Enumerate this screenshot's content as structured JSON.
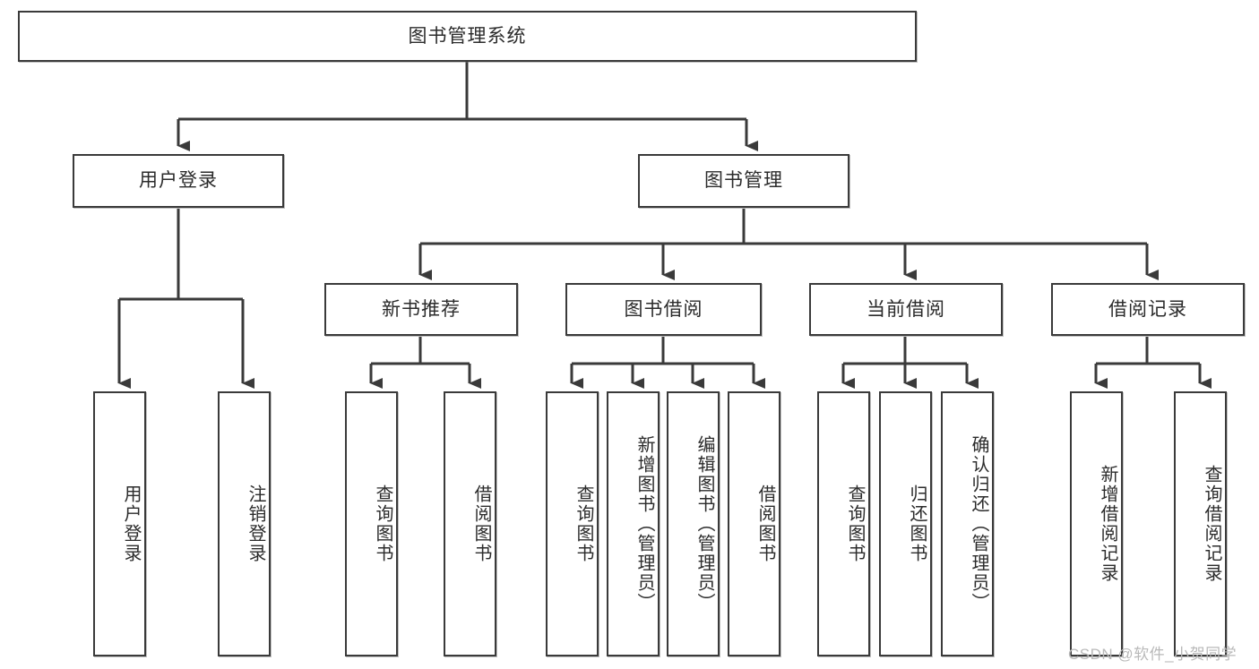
{
  "diagram": {
    "title": "图书管理系统",
    "type": "tree-hierarchy",
    "watermark": "CSDN @软件_小贺同学",
    "root": {
      "label": "图书管理系统"
    },
    "level2": [
      {
        "label": "用户登录"
      },
      {
        "label": "图书管理"
      }
    ],
    "level3": [
      {
        "label": "新书推荐"
      },
      {
        "label": "图书借阅"
      },
      {
        "label": "当前借阅"
      },
      {
        "label": "借阅记录"
      }
    ],
    "leaves": {
      "user_login": [
        {
          "label": "用户登录"
        },
        {
          "label": "注销登录"
        }
      ],
      "new_book_recommend": [
        {
          "label": "查询图书"
        },
        {
          "label": "借阅图书"
        }
      ],
      "book_borrow": [
        {
          "label": "查询图书"
        },
        {
          "label": "新增图书（管理员）"
        },
        {
          "label": "编辑图书（管理员）"
        },
        {
          "label": "借阅图书"
        }
      ],
      "current_borrow": [
        {
          "label": "查询图书"
        },
        {
          "label": "归还图书"
        },
        {
          "label": "确认归还（管理员）"
        }
      ],
      "borrow_records": [
        {
          "label": "新增借阅记录"
        },
        {
          "label": "查询借阅记录"
        }
      ]
    }
  },
  "colors": {
    "stroke": "#3a3a3a",
    "text": "#2b2b2b",
    "background": "#ffffff",
    "watermark": "#b9b9b9"
  }
}
